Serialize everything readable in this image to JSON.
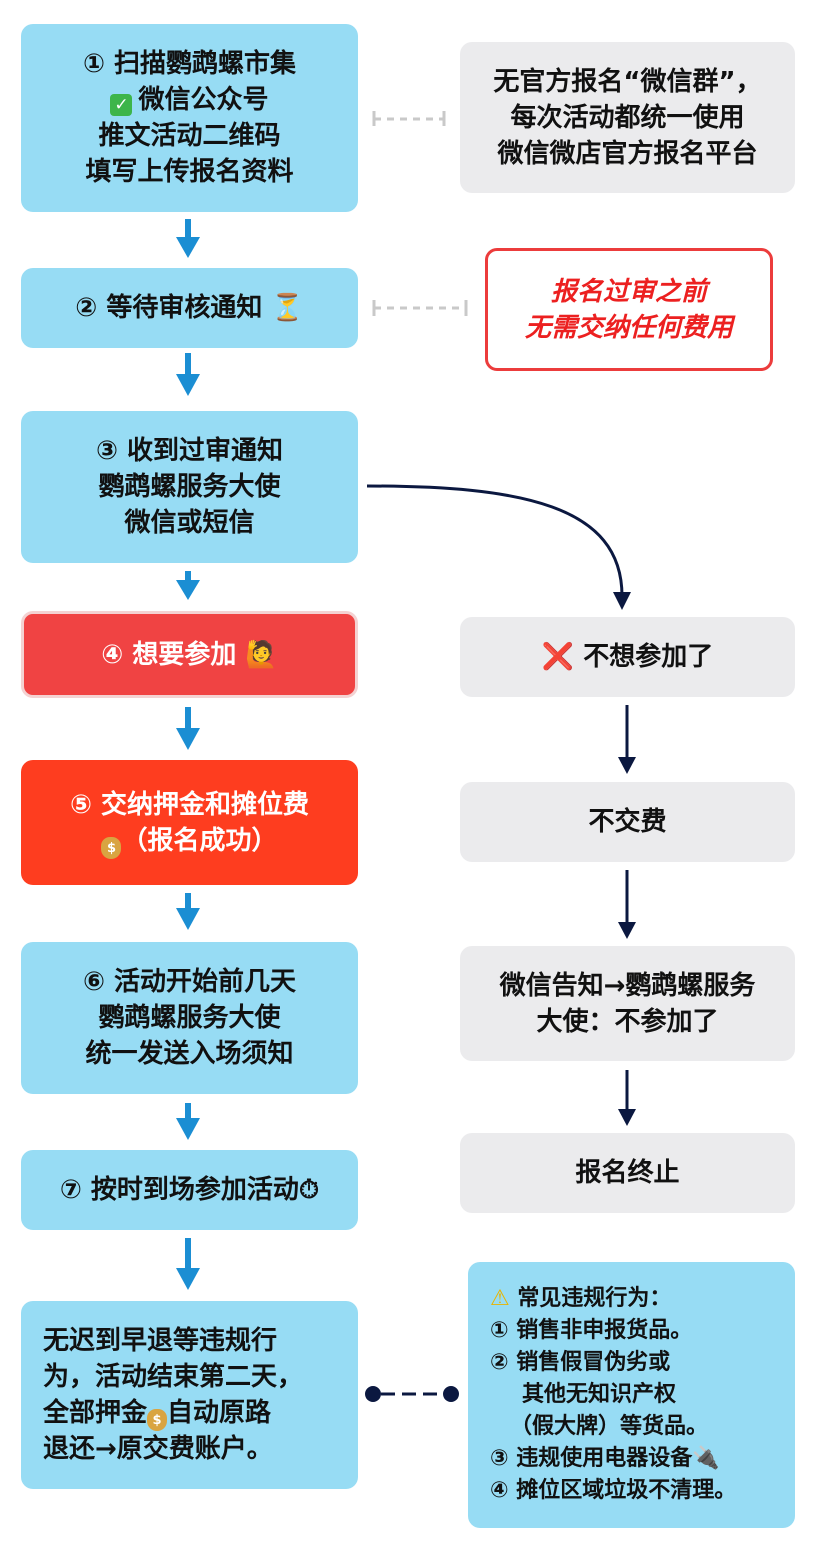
{
  "steps": {
    "s1": {
      "l1": "① 扫描鹦鹉螺市集",
      "l2": "微信公众号",
      "l3": "推文活动二维码",
      "l4": "填写上传报名资料"
    },
    "s2": {
      "l1": "② 等待审核通知 ⏳"
    },
    "s3": {
      "l1": "③ 收到过审通知",
      "l2": "鹦鹉螺服务大使",
      "l3": "微信或短信"
    },
    "s4": {
      "l1": "④ 想要参加 🙋"
    },
    "s5": {
      "l1": "⑤ 交纳押金和摊位费",
      "l2": "（报名成功）"
    },
    "s6": {
      "l1": "⑥ 活动开始前几天",
      "l2": "鹦鹉螺服务大使",
      "l3": "统一发送入场须知"
    },
    "s7": {
      "l1": "⑦ 按时到场参加活动⏱"
    },
    "s8": {
      "l1": "无迟到早退等违规行",
      "l2": "为，活动结束第二天，",
      "l3": "全部押金",
      "l3b": "自动原路",
      "l4": "退还→原交费账户。"
    }
  },
  "notes": {
    "n1": {
      "l1": "无官方报名“微信群”，",
      "l2": "每次活动都统一使用",
      "l3": "微信微店官方报名平台"
    },
    "n2": {
      "l1": "报名过审之前",
      "l2": "无需交纳任何费用"
    },
    "no1": {
      "l1": "不想参加了",
      "icon": "❌"
    },
    "no2": {
      "l1": "不交费"
    },
    "no3": {
      "l1": "微信告知→鹦鹉螺服务",
      "l2": "大使：不参加了"
    },
    "no4": {
      "l1": "报名终止"
    },
    "rules": {
      "title": "常见违规行为：",
      "warn": "⚠",
      "r1": "① 销售非申报货品。",
      "r2": "② 销售假冒伪劣或",
      "r3": "其他无知识产权",
      "r4": "（假大牌）等货品。",
      "r5": "③ 违规使用电器设备🔌",
      "r6": "④ 摊位区域垃圾不清理。"
    }
  },
  "colors": {
    "blue": "#97dcf4",
    "gray": "#ebebed",
    "red": "#f04343",
    "orange_red": "#fe3d1f",
    "arrow_blue": "#1b8ed3",
    "navy": "#0b1840",
    "note_red_text": "#ec2020"
  }
}
